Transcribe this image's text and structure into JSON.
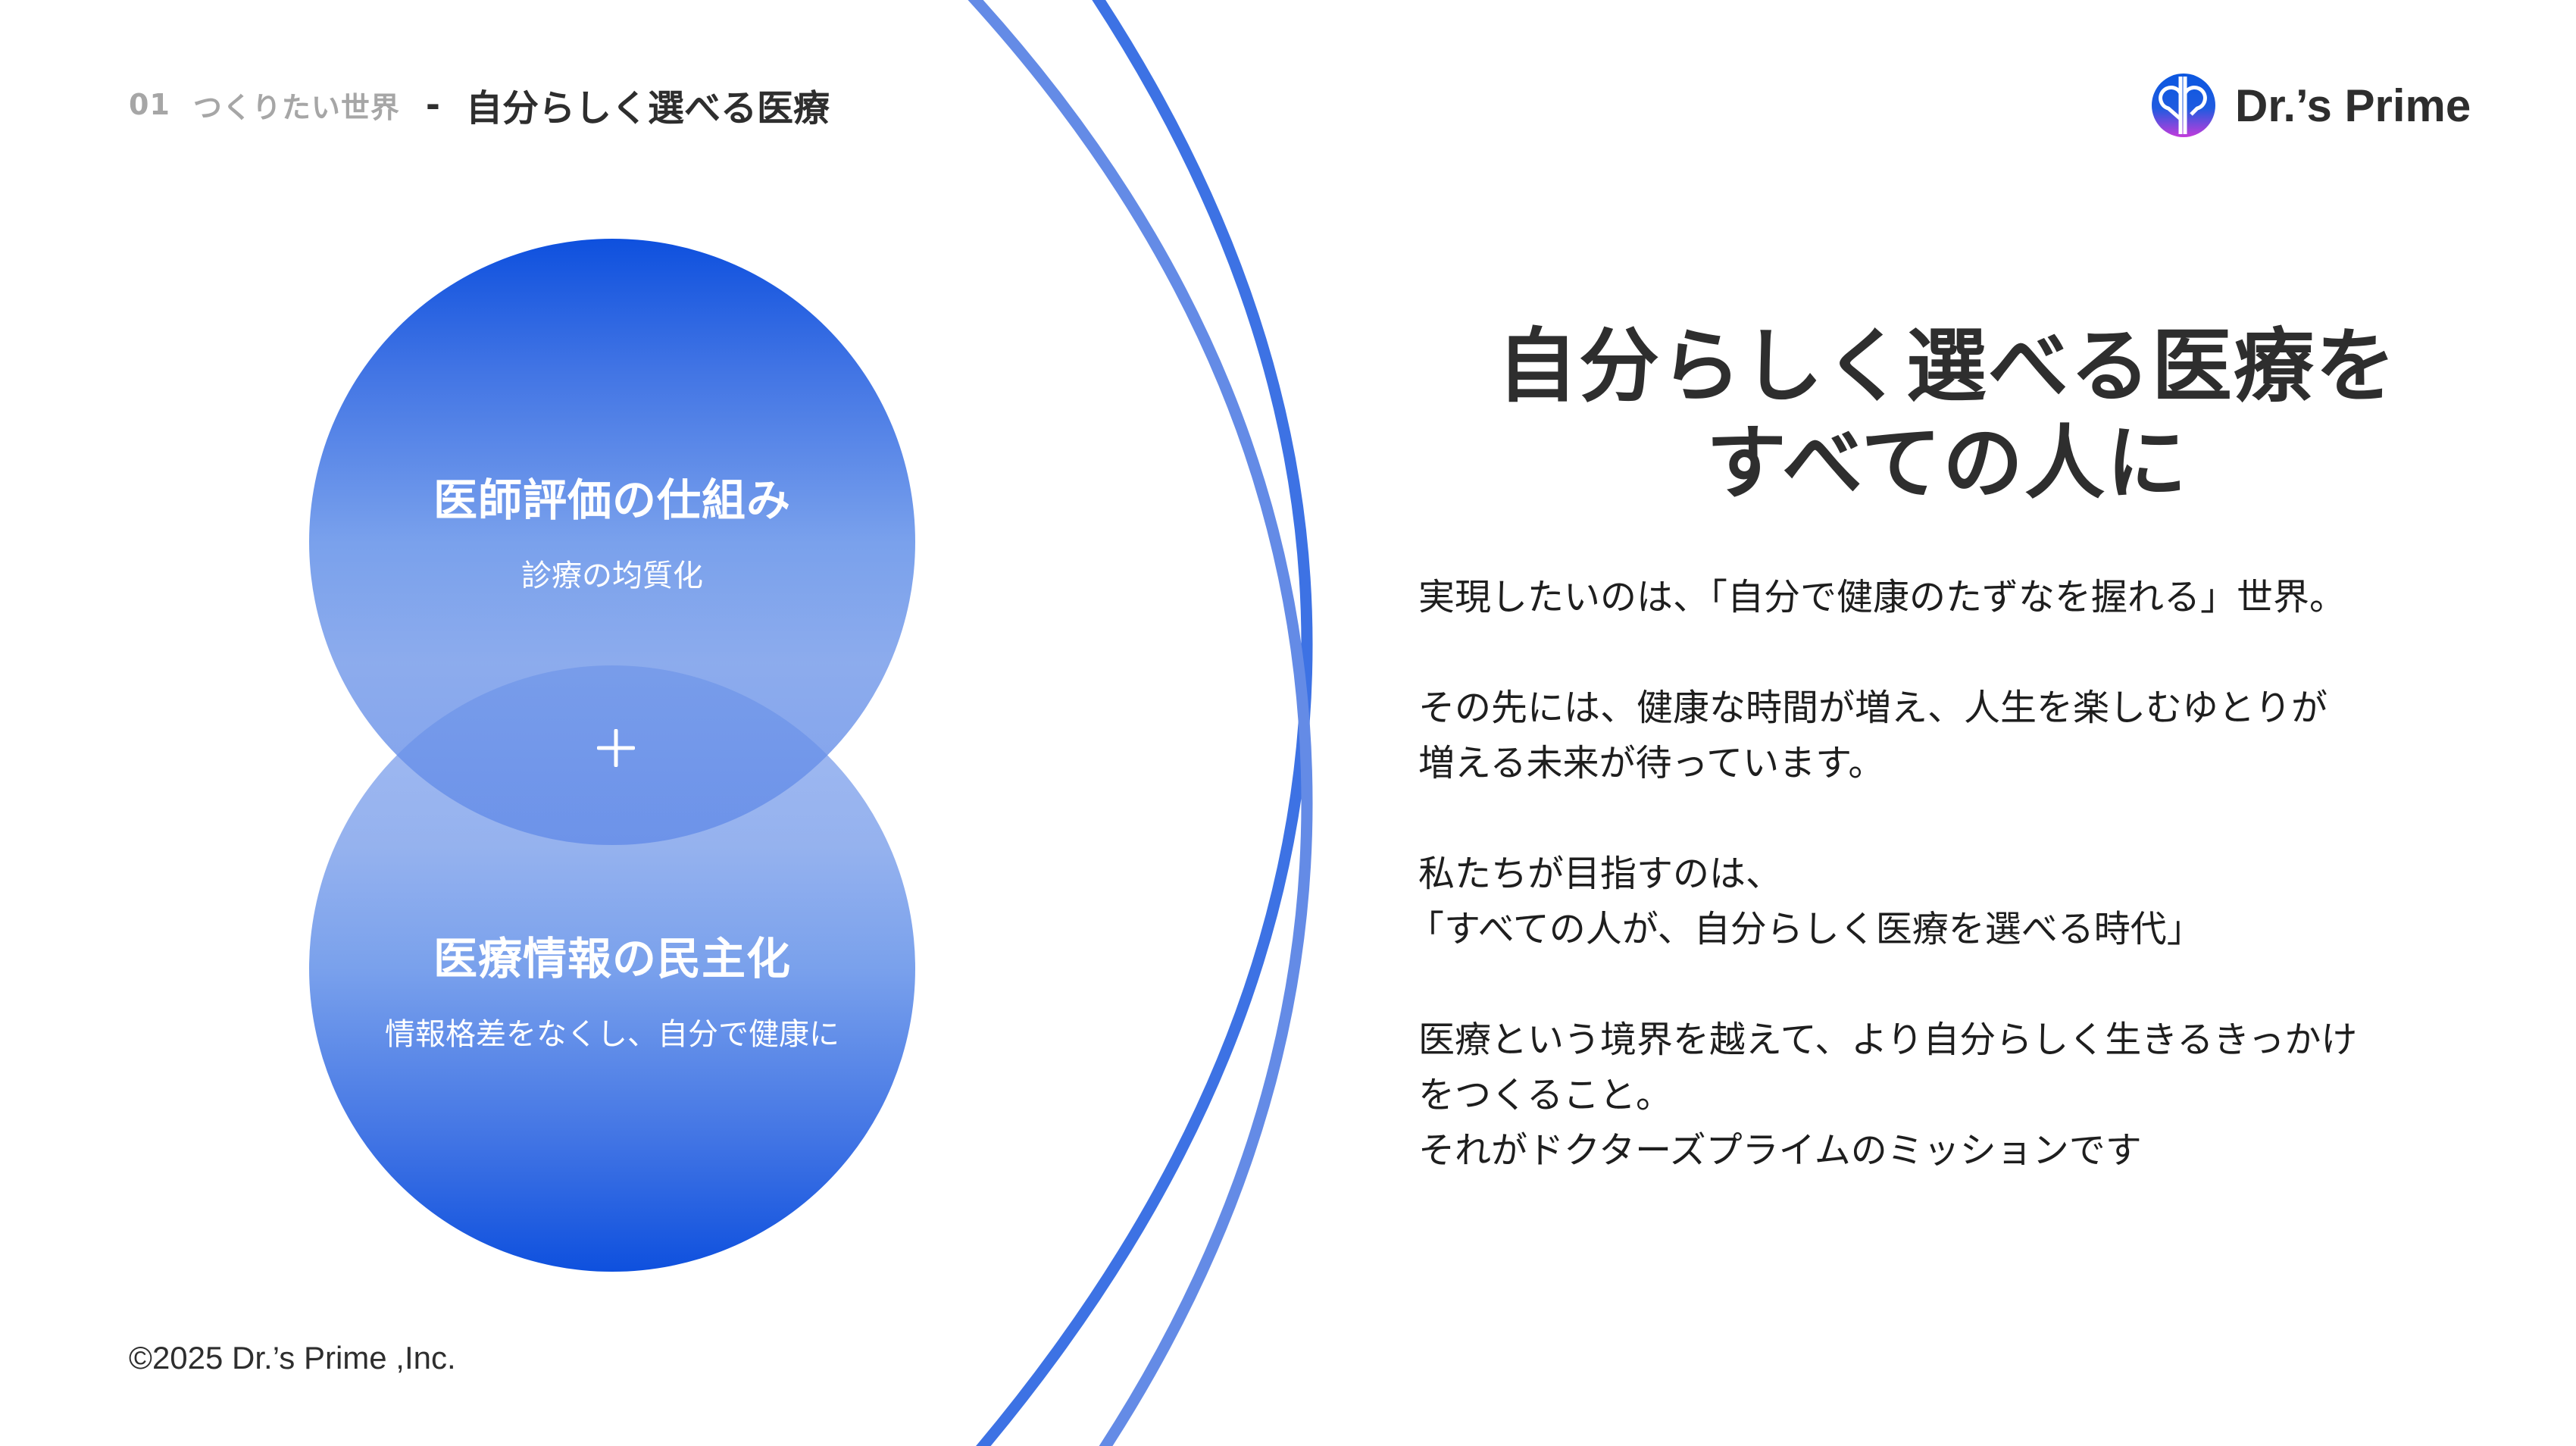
{
  "header": {
    "section_number": "01",
    "section_label": "つくりたい世界",
    "separator": "-",
    "page_title": "自分らしく選べる医療"
  },
  "logo": {
    "icon": "drs-prime-logo-icon",
    "text": "Dr.’s Prime",
    "gradient_top": "#0B57E0",
    "gradient_bottom": "#C33BDB"
  },
  "venn": {
    "top_circle": {
      "title": "医師評価の仕組み",
      "subtitle": "診療の均質化"
    },
    "plus_icon": "plus-icon",
    "bottom_circle": {
      "title": "医療情報の民主化",
      "subtitle": "情報格差をなくし、自分で健康に"
    },
    "colors": {
      "deep_blue": "#0E50DE",
      "light_blue": "#86A6EC",
      "overlap_blue": "#5483E6"
    }
  },
  "arcs": {
    "dark_arc_color": "#3D72E4",
    "light_arc_color": "#648BE6"
  },
  "headline": {
    "line1": "自分らしく選べる医療を",
    "line2": "すべての人に"
  },
  "body": {
    "paragraphs": [
      {
        "lines": [
          "実現したいのは、「自分で健康のたずなを握れる」世界。"
        ]
      },
      {
        "lines": [
          "その先には、健康な時間が増え、人生を楽しむゆとりが",
          "増える未来が待っています。"
        ]
      },
      {
        "lines": [
          "私たちが目指すのは、",
          "「すべての人が、自分らしく医療を選べる時代」"
        ]
      },
      {
        "lines": [
          "医療という境界を越えて、より自分らしく生きるきっかけ",
          "をつくること。",
          "それがドクターズプライムのミッションです"
        ]
      }
    ]
  },
  "footer": {
    "copyright": "©2025 Dr.’s Prime ,Inc."
  }
}
